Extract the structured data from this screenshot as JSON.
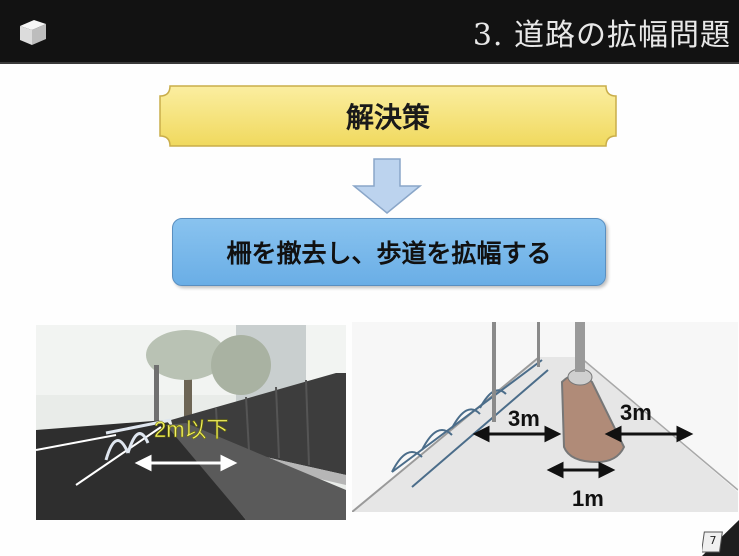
{
  "header": {
    "title": "3. 道路の拡幅問題"
  },
  "diagram": {
    "problem_label": "解決策",
    "solution_label": "柵を撤去し、歩道を拡幅する"
  },
  "photo_left": {
    "width_label": "2m以下"
  },
  "photo_right": {
    "left_width_label": "3m",
    "right_width_label": "3m",
    "center_width_label": "1m"
  },
  "footer": {
    "page_number": "7"
  },
  "colors": {
    "header_bg": "#121212",
    "problem_fill": "#f6e37a",
    "solution_fill": "#7db9ec",
    "arrow_fill": "#bcd3ee"
  }
}
